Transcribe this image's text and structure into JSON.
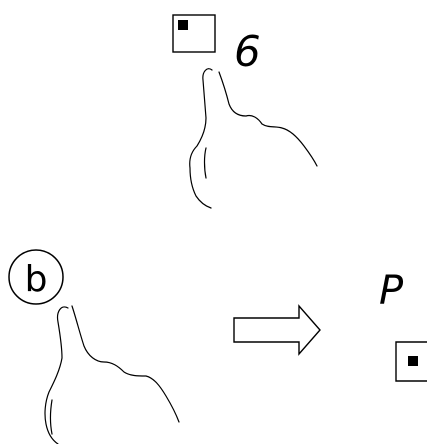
{
  "step_top": {
    "key_icon": "stop-square-key",
    "display_digit": "6",
    "gesture": "finger-press"
  },
  "step_bottom": {
    "button_label": "b",
    "gesture": "finger-press",
    "arrow": "right-arrow",
    "result_display": "P",
    "result_key_icon": "stop-square-key"
  }
}
